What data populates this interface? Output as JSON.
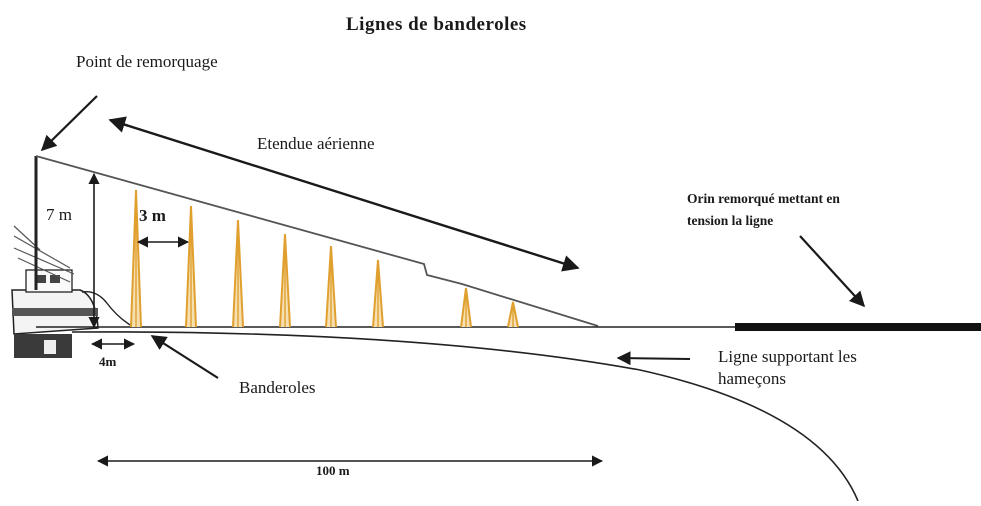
{
  "title": "Lignes de banderoles",
  "labels": {
    "tow_point": "Point de remorquage",
    "aerial_extent": "Etendue aérienne",
    "height": "7 m",
    "streamer_spacing": "3 m",
    "first_offset": "4m",
    "streamers": "Banderoles",
    "towed_buoy_line": [
      "Orin remorqué mettant en",
      "tension la ligne"
    ],
    "hook_line": [
      "Ligne supportant les",
      "hameçons"
    ],
    "length": "100 m"
  },
  "colors": {
    "streamer": "#e0a030",
    "line": "#222222"
  }
}
